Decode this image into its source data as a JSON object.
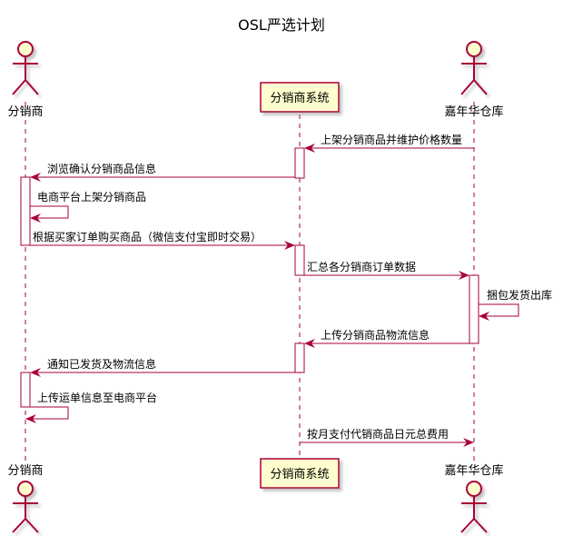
{
  "title": "OSL严选计划",
  "participants": {
    "distributor": "分销商",
    "system": "分销商系统",
    "warehouse": "嘉年华仓库"
  },
  "messages": [
    {
      "id": "m1",
      "from": "warehouse",
      "to": "system",
      "text": "上架分销商品并维护价格数量"
    },
    {
      "id": "m2",
      "from": "system",
      "to": "distributor",
      "text": "浏览确认分销商品信息"
    },
    {
      "id": "m3",
      "from": "distributor",
      "to": "distributor",
      "text": "电商平台上架分销商品"
    },
    {
      "id": "m4",
      "from": "distributor",
      "to": "system",
      "text": "根据买家订单购买商品（微信支付宝即时交易）"
    },
    {
      "id": "m5",
      "from": "system",
      "to": "warehouse",
      "text": "汇总各分销商订单数据"
    },
    {
      "id": "m6",
      "from": "warehouse",
      "to": "warehouse",
      "text": "捆包发货出库"
    },
    {
      "id": "m7",
      "from": "warehouse",
      "to": "system",
      "text": "上传分销商品物流信息"
    },
    {
      "id": "m8",
      "from": "system",
      "to": "distributor",
      "text": "通知已发货及物流信息"
    },
    {
      "id": "m9",
      "from": "distributor",
      "to": "distributor",
      "text": "上传运单信息至电商平台"
    },
    {
      "id": "m10",
      "from": "system",
      "to": "warehouse",
      "text": "按月支付代销商品日元总费用"
    }
  ],
  "colors": {
    "line": "#A80036",
    "box_fill": "#FEFECE"
  }
}
